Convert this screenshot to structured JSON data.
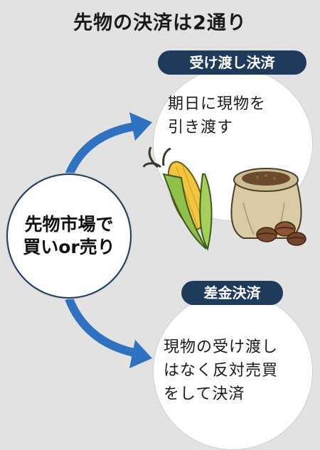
{
  "title": "先物の決済は2通り",
  "origin": {
    "line1": "先物市場で",
    "line2": "買いor売り"
  },
  "delivery": {
    "badge": "受け渡し決済",
    "desc_line1": "期日に現物を",
    "desc_line2": "引き渡す"
  },
  "cash": {
    "badge": "差金決済",
    "desc_line1": "現物の受け渡し",
    "desc_line2": "はなく反対売買",
    "desc_line3": "をして決済"
  },
  "colors": {
    "arrow": "#2f72c2",
    "badge": "#1f3b5c",
    "background": "#e2e2e2"
  },
  "illustrations": [
    "corn-icon",
    "grain-sack-icon",
    "coffee-beans-icon"
  ]
}
